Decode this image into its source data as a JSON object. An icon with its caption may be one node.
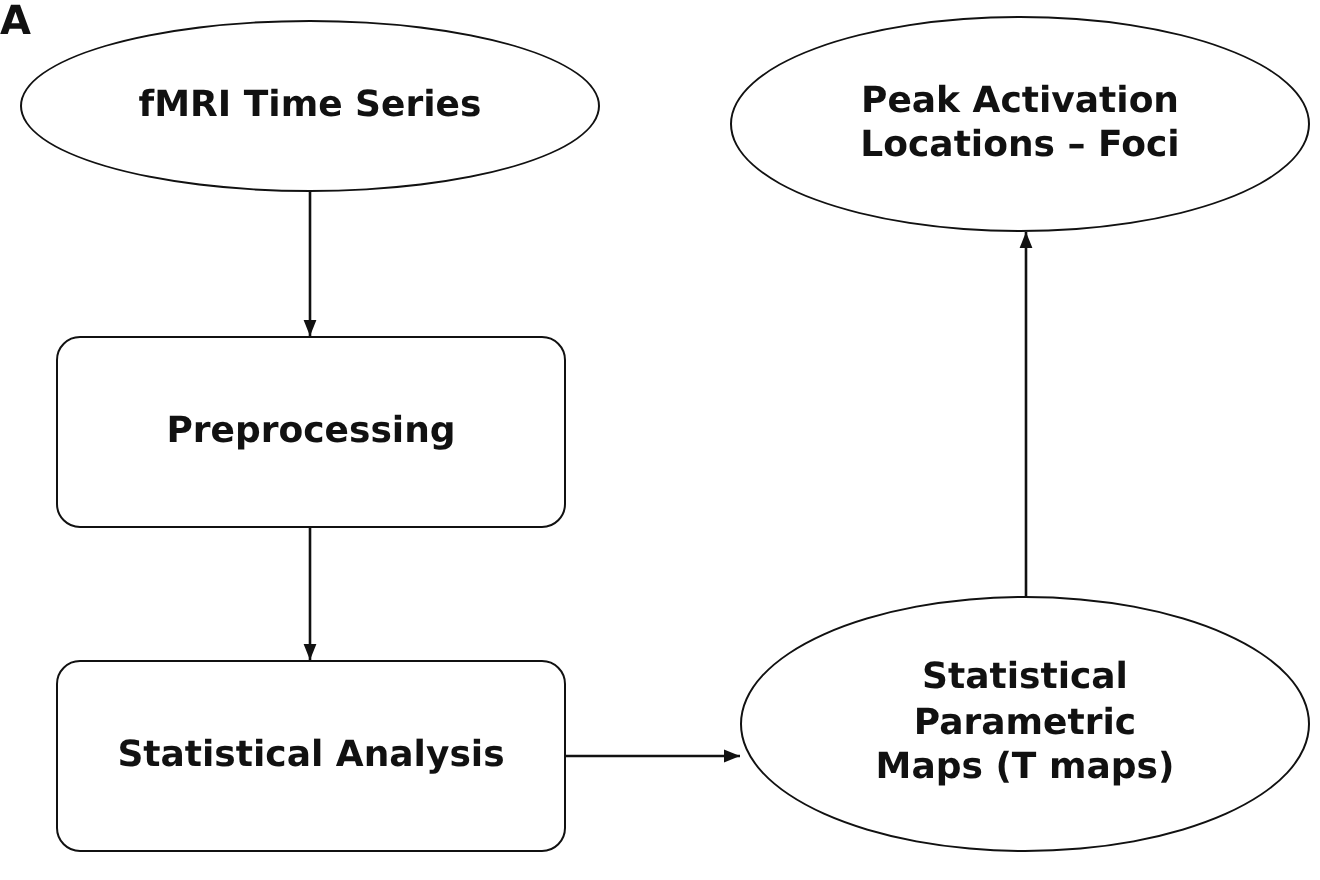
{
  "diagram": {
    "nodes": [
      {
        "text": [
          "fMRI Time Series"
        ]
      },
      {
        "text": [
          "Preprocessing"
        ]
      },
      {
        "text": [
          "Statistical Analysis"
        ]
      },
      {
        "text": [
          "Statistical Parametric Maps (T maps)"
        ]
      },
      {
        "text": [
          "Peak Activation Locations – Foci"
        ]
      }
    ],
    "edges": [
      {
        "from": 0,
        "to": 1,
        "arrow": "to"
      },
      {
        "from": 1,
        "to": 2,
        "arrow": "to"
      },
      {
        "from": 2,
        "to": 3,
        "arrow": "to"
      },
      {
        "from": 3,
        "to": 4,
        "arrow": "to"
      }
    ],
    "labels": [
      "A"
    ]
  }
}
